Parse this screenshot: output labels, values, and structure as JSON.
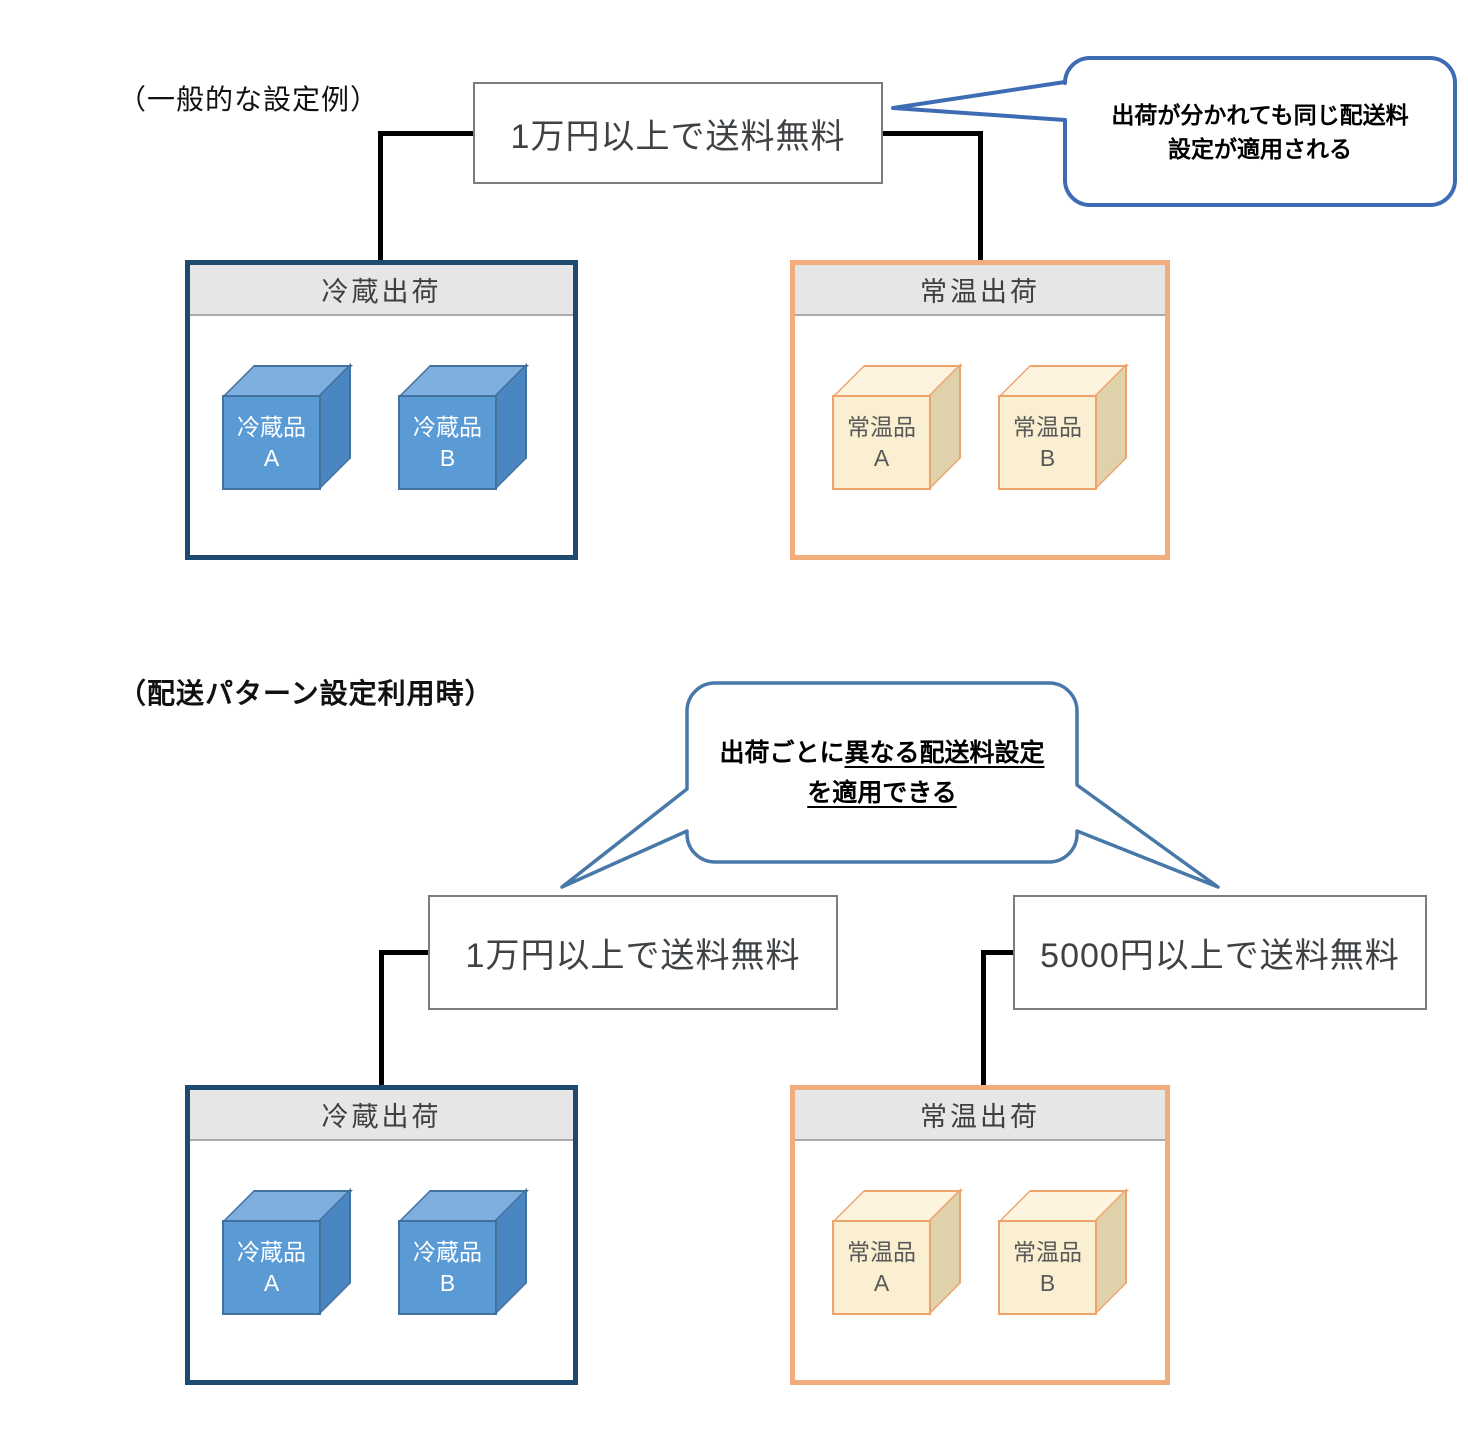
{
  "colors": {
    "connector": "#000000",
    "rule-border": "#7C7C7C",
    "rule-text": "#3F4245",
    "cold-border": "#1E4A70",
    "ambient-border": "#F1AE7C",
    "header-bg": "#E6E6E6",
    "header-line": "#ABABAB",
    "header-text": "#3F3F3F",
    "cube-blue-front": "#5B9BD5",
    "cube-blue-top": "#7EAFDF",
    "cube-blue-side": "#4A86C2",
    "cube-blue-edge": "#41719C",
    "cube-cream-front": "#FBEFD1",
    "cube-cream-top": "#FCF4DE",
    "cube-cream-side": "#DFD2AB",
    "cube-cream-edge": "#EFA36C",
    "callout1-border": "#3D6CB4",
    "callout2-border": "#4878A8",
    "item-text-blue": "#FFFFFF",
    "item-text-cream": "#595959"
  },
  "sections": [
    {
      "label": "（一般的な設定例）",
      "callout": {
        "line1": "出荷が分かれても同じ配送料",
        "line2": "設定が適用される"
      },
      "rules": [
        {
          "label": "1万円以上で送料無料"
        }
      ],
      "shipments": [
        {
          "title": "冷蔵出荷",
          "items": [
            {
              "line1": "冷蔵品",
              "line2": "A"
            },
            {
              "line1": "冷蔵品",
              "line2": "B"
            }
          ]
        },
        {
          "title": "常温出荷",
          "items": [
            {
              "line1": "常温品",
              "line2": "A"
            },
            {
              "line1": "常温品",
              "line2": "B"
            }
          ]
        }
      ]
    },
    {
      "label": "（配送パターン設定利用時）",
      "callout": {
        "line1_plain": "出荷ごとに",
        "line1_underline": "異なる配送料設定",
        "line2_underline": "を適用できる"
      },
      "rules": [
        {
          "label": "1万円以上で送料無料"
        },
        {
          "label": "5000円以上で送料無料"
        }
      ],
      "shipments": [
        {
          "title": "冷蔵出荷",
          "items": [
            {
              "line1": "冷蔵品",
              "line2": "A"
            },
            {
              "line1": "冷蔵品",
              "line2": "B"
            }
          ]
        },
        {
          "title": "常温出荷",
          "items": [
            {
              "line1": "常温品",
              "line2": "A"
            },
            {
              "line1": "常温品",
              "line2": "B"
            }
          ]
        }
      ]
    }
  ]
}
